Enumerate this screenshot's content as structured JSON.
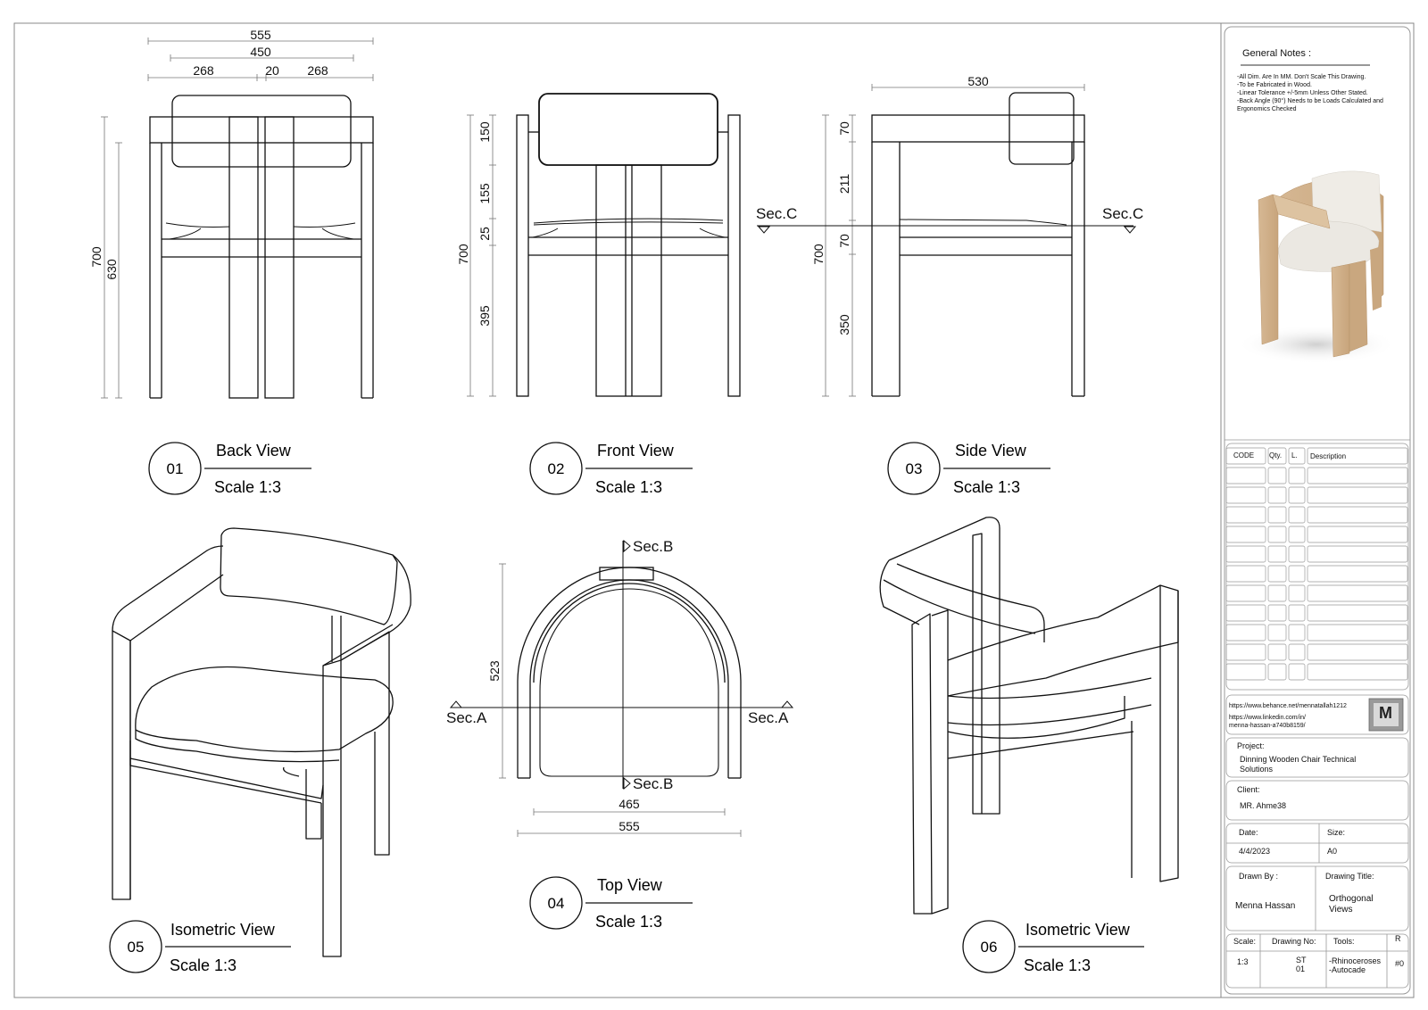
{
  "views": {
    "back": {
      "number": "01",
      "title": "Back View",
      "scale": "Scale 1:3"
    },
    "front": {
      "number": "02",
      "title": "Front View",
      "scale": "Scale 1:3"
    },
    "side": {
      "number": "03",
      "title": "Side View",
      "scale": "Scale 1:3"
    },
    "top": {
      "number": "04",
      "title": "Top View",
      "scale": "Scale 1:3"
    },
    "iso1": {
      "number": "05",
      "title": "Isometric View",
      "scale": "Scale 1:3"
    },
    "iso2": {
      "number": "06",
      "title": "Isometric View",
      "scale": "Scale 1:3"
    }
  },
  "dimensions": {
    "back": {
      "overall_width": "555",
      "inner_width": "450",
      "left_span": "268",
      "gap": "20",
      "right_span": "268",
      "overall_height": "700",
      "leg_height": "630"
    },
    "front": {
      "h_back": "150",
      "h_mid": "155",
      "h_seat": "25",
      "h_leg": "395",
      "overall": "700"
    },
    "side": {
      "depth": "530",
      "h_arm": "70",
      "h_back": "211",
      "h_seat": "70",
      "h_leg": "350",
      "overall": "700"
    },
    "top": {
      "depth": "523",
      "inner_width": "465",
      "overall_width": "555"
    }
  },
  "sections": {
    "a": "Sec.A",
    "b": "Sec.B",
    "c": "Sec.C"
  },
  "title_block": {
    "notes_title": "General Notes :",
    "notes": [
      "-All Dim. Are In MM. Don't Scale This Drawing.",
      "-To be Fabricated in Wood.",
      "-Linear Tolerance +/-5mm Unless Other Stated.",
      "-Back Angle (90°) Needs to be Loads Calculated and",
      "Ergonomics Checked"
    ],
    "table_headers": {
      "code": "CODE",
      "qty": "Qty.",
      "l": "L.",
      "description": "Description"
    },
    "links": [
      "https://www.behance.net/mennatallah1212",
      "https://www.linkedin.com/in/",
      "menna-hassan-a740b8159/"
    ],
    "logo_letter": "M",
    "project_label": "Project:",
    "project_value": [
      "Dinning Wooden Chair Technical",
      "Solutions"
    ],
    "client_label": "Client:",
    "client_value": "MR. Ahme38",
    "date_label": "Date:",
    "date_value": "4/4/2023",
    "size_label": "Size:",
    "size_value": "A0",
    "drawn_label": "Drawn By :",
    "drawn_value": "Menna Hassan",
    "drawing_title_label": "Drawing Title:",
    "drawing_title_value": [
      "Orthogonal",
      "Views"
    ],
    "scale_label": "Scale:",
    "scale_value": "1:3",
    "drawing_no_label": "Drawing No:",
    "drawing_no_value": [
      "ST",
      "01"
    ],
    "tools_label": "Tools:",
    "tools_value": [
      "-Rhinoceroses",
      "-Autocade"
    ],
    "rev_label": "R",
    "rev_value": "#0"
  }
}
